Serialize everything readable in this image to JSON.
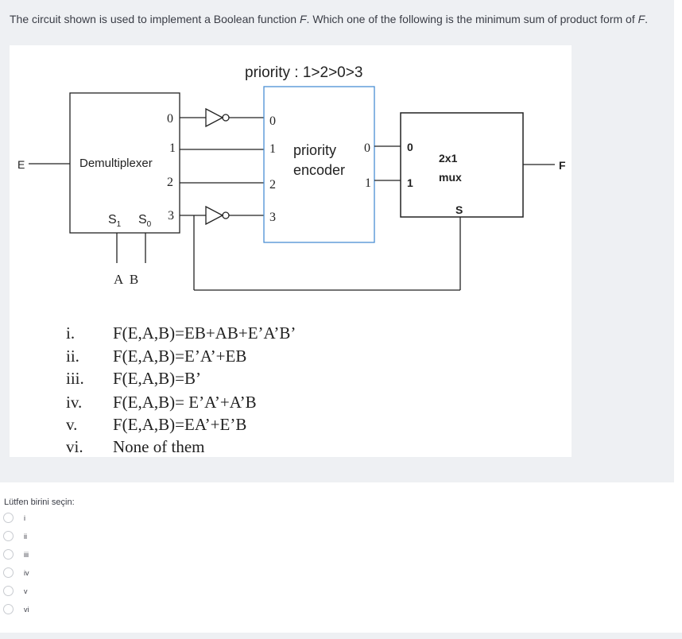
{
  "question": {
    "text_before": "The circuit shown is used to implement a Boolean function ",
    "f_italic": "F",
    "text_middle": ".  Which one of the following is the minimum sum of product form of ",
    "f_italic2": "F",
    "text_end": "."
  },
  "circuit": {
    "priority_label": "priority : 1>2>0>3",
    "input_e": "E",
    "demux_label": "Demultiplexer",
    "demux_outputs": [
      "0",
      "1",
      "2",
      "3"
    ],
    "select_s1": "S",
    "select_s1_sub": "1",
    "select_s0": "S",
    "select_s0_sub": "0",
    "select_inputs": "A  B",
    "encoder_inputs": [
      "0",
      "1",
      "2",
      "3"
    ],
    "encoder_label_line1": "priority",
    "encoder_label_line2": "encoder",
    "encoder_outputs": [
      "0",
      "1"
    ],
    "mux_inputs": [
      "0",
      "1"
    ],
    "mux_label_line1": "2x1",
    "mux_label_line2": "mux",
    "mux_select": "S",
    "output_f": "F"
  },
  "choices": [
    {
      "num": "i.",
      "expr": "F(E,A,B)=EB+AB+E’A’B’"
    },
    {
      "num": "ii.",
      "expr": "F(E,A,B)=E’A’+EB"
    },
    {
      "num": "iii.",
      "expr": "F(E,A,B)=B’"
    },
    {
      "num": "iv.",
      "expr": "F(E,A,B)= E’A’+A’B"
    },
    {
      "num": "v.",
      "expr": "F(E,A,B)=EA’+E’B"
    },
    {
      "num": "vi.",
      "expr": "None of them"
    }
  ],
  "answer": {
    "prompt": "Lütfen birini seçin:",
    "options": [
      "i",
      "ii",
      "iii",
      "iv",
      "v",
      "vi"
    ]
  }
}
